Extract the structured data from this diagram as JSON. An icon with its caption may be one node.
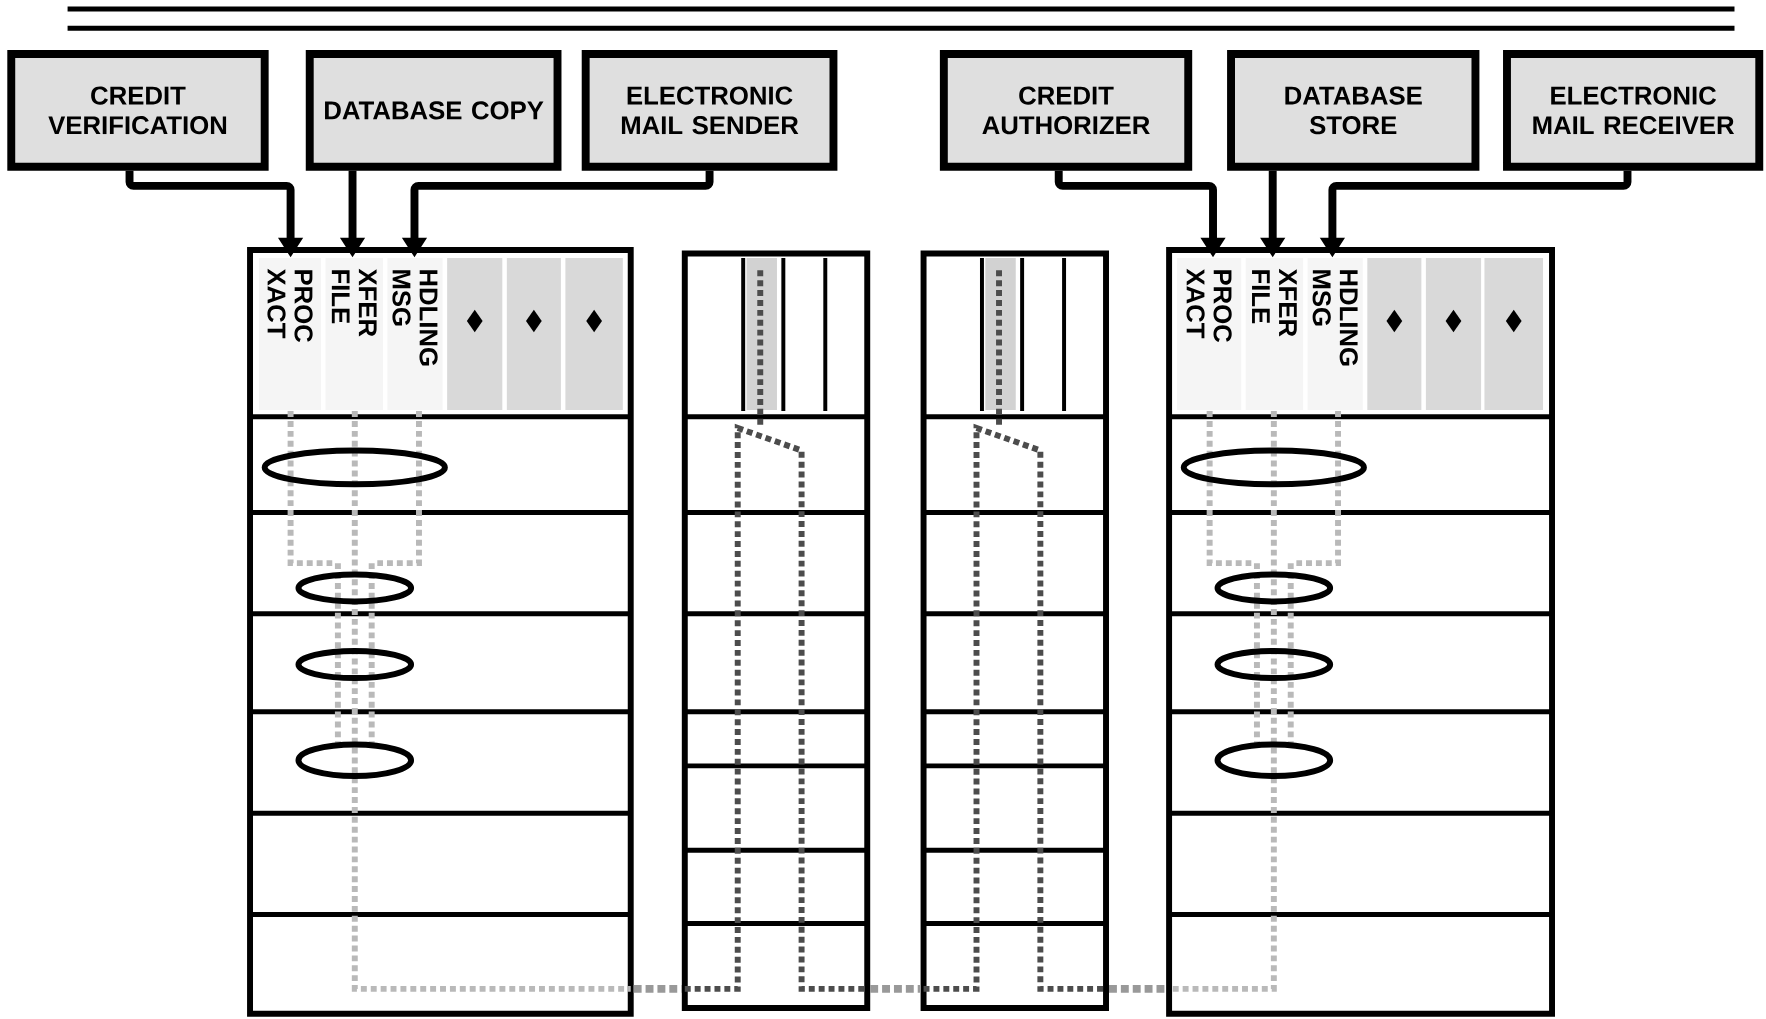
{
  "diagram": {
    "nodes": [
      {
        "text": [
          "CREDIT VERIFICATION"
        ]
      },
      {
        "text": [
          "DATABASE COPY"
        ]
      },
      {
        "text": [
          "ELECTRONIC MAIL SENDER"
        ]
      },
      {
        "text": [
          "CREDIT AUTHORIZER"
        ]
      },
      {
        "text": [
          "DATABASE STORE"
        ]
      },
      {
        "text": [
          "ELECTRONIC MAIL RECEIVER"
        ]
      },
      {
        "text": [],
        "shape": "box"
      },
      {
        "text": [
          "XACT",
          "PROC"
        ],
        "in": 6
      },
      {
        "text": [
          "FILE",
          "XFER"
        ],
        "in": 6
      },
      {
        "text": [
          "MSG",
          "HDLING"
        ],
        "in": 6
      },
      {
        "text": [],
        "shape": "box",
        "in": 6
      },
      {
        "text": [],
        "shape": "box",
        "in": 6
      },
      {
        "text": [],
        "shape": "box",
        "in": 6
      },
      {
        "text": [],
        "shape": "box"
      },
      {
        "text": [],
        "shape": "box"
      },
      {
        "text": [],
        "shape": "box"
      },
      {
        "text": [
          "XACT",
          "PROC"
        ],
        "in": 15
      },
      {
        "text": [
          "FILE",
          "XFER"
        ],
        "in": 15
      },
      {
        "text": [
          "MSG",
          "HDLING"
        ],
        "in": 15
      },
      {
        "text": [],
        "shape": "box",
        "in": 15
      },
      {
        "text": [],
        "shape": "box",
        "in": 15
      },
      {
        "text": [],
        "shape": "box",
        "in": 15
      }
    ],
    "edges": [
      {
        "from": 0,
        "to": 7,
        "arrow": "to"
      },
      {
        "from": 1,
        "to": 8,
        "arrow": "to"
      },
      {
        "from": 2,
        "to": 9,
        "arrow": "to"
      },
      {
        "from": 3,
        "to": 16,
        "arrow": "to"
      },
      {
        "from": 4,
        "to": 17,
        "arrow": "to"
      },
      {
        "from": 5,
        "to": 18,
        "arrow": "to"
      },
      {
        "from": 6,
        "to": 13,
        "arrow": "none",
        "style": "dashed",
        "color": "#999999"
      },
      {
        "from": 13,
        "to": 14,
        "arrow": "none",
        "style": "dashed",
        "color": "#999999"
      },
      {
        "from": 14,
        "to": 15,
        "arrow": "none",
        "style": "dashed",
        "color": "#999999"
      }
    ]
  }
}
